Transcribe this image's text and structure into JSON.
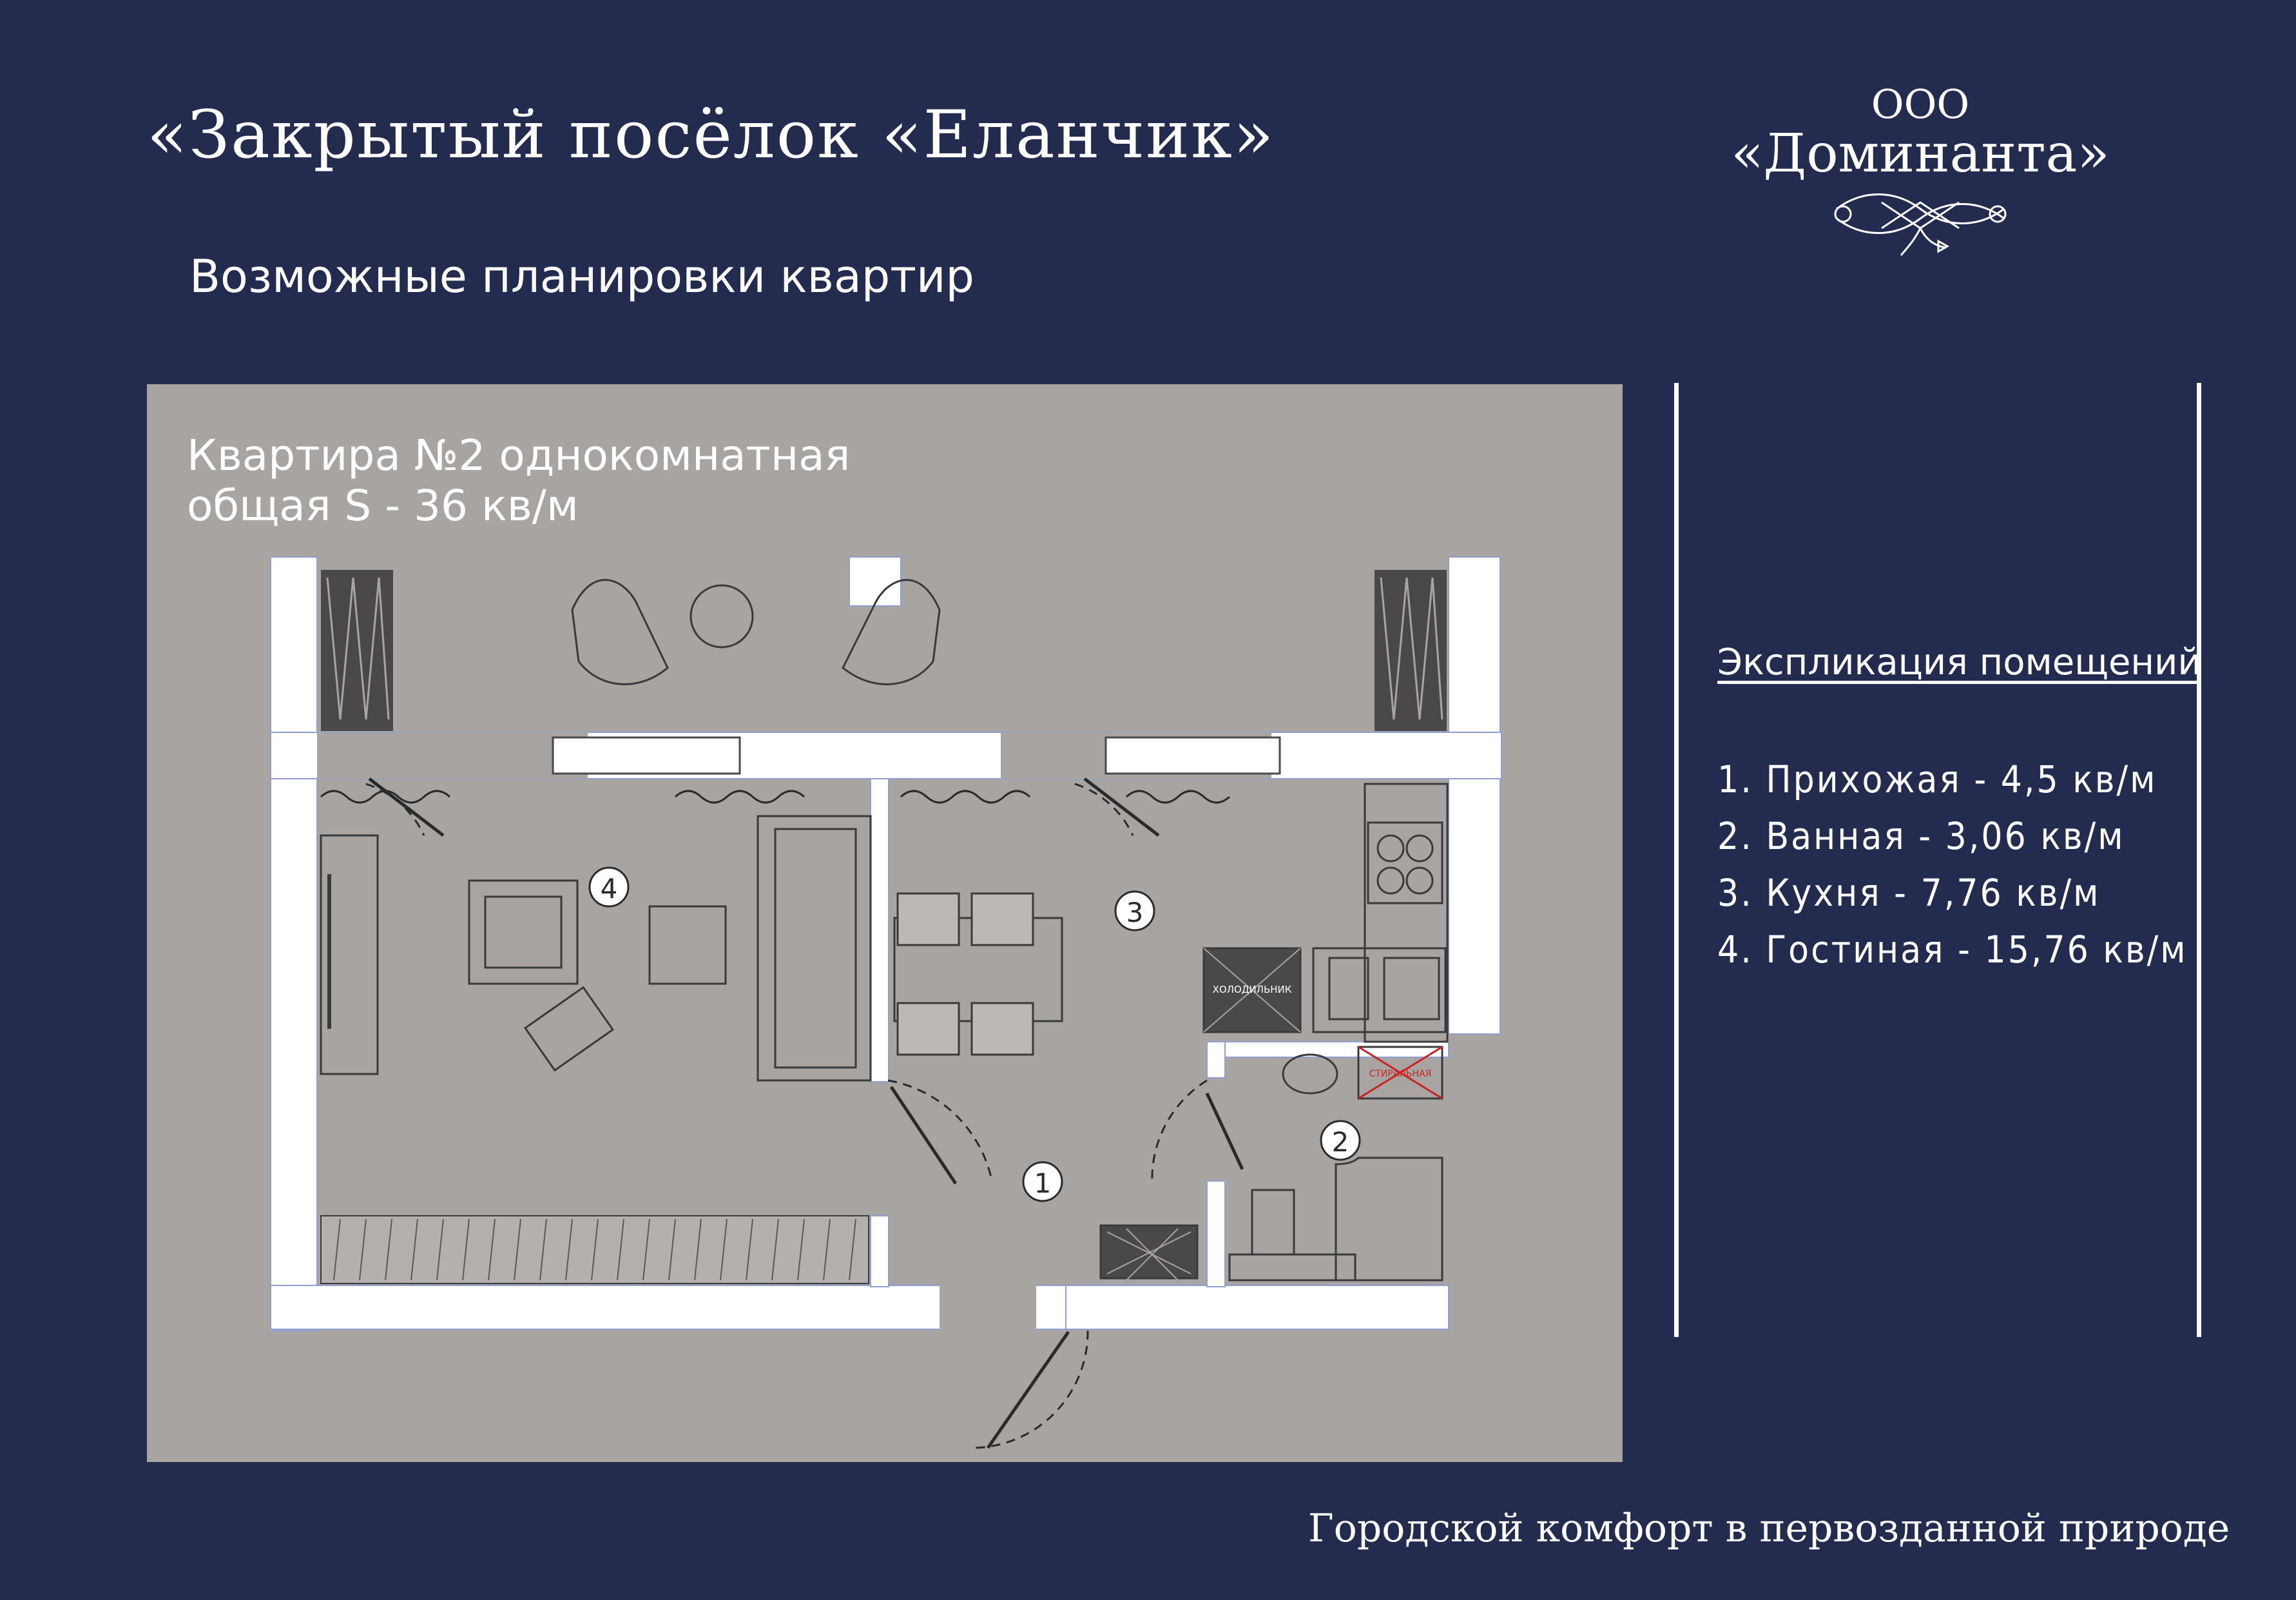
{
  "header": {
    "title": "«Закрытый посёлок «Еланчик»",
    "subtitle": "Возможные планировки квартир"
  },
  "logo": {
    "line1": "ООО",
    "line2": "«Доминанта»"
  },
  "plan": {
    "apartment_title_line1": "Квартира №2 однокомнатная",
    "apartment_title_line2": "общая S - 36 кв/м",
    "room_markers": [
      "1",
      "2",
      "3",
      "4"
    ],
    "fridge_label": "ХОЛОДИЛЬНИК",
    "washer_label": "СТИРАЛЬНАЯ"
  },
  "legend": {
    "title": "Экспликация помещений",
    "items": [
      "1. Прихожая - 4,5 кв/м",
      "2. Ванная - 3,06 кв/м",
      "3. Кухня - 7,76 кв/м",
      "4. Гостиная - 15,76 кв/м"
    ]
  },
  "footer": {
    "tagline": "Городской комфорт в первозданной природе"
  },
  "colors": {
    "background": "#232b4e",
    "plan_panel": "#a8a4a2",
    "wall": "#ffffff"
  }
}
